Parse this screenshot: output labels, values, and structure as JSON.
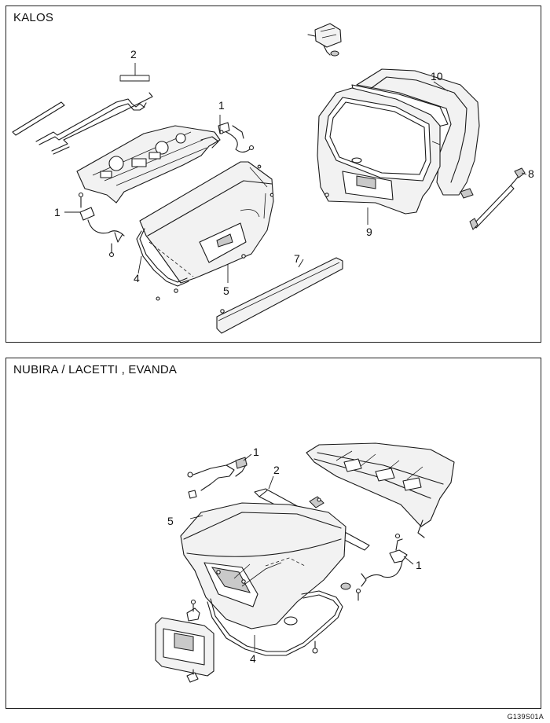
{
  "panels": {
    "top": {
      "title": "KALOS",
      "callouts": {
        "c1a": "1",
        "c1b": "1",
        "c2": "2",
        "c4": "4",
        "c5": "5",
        "c7": "7",
        "c8": "8",
        "c9": "9",
        "c10": "10"
      }
    },
    "bottom": {
      "title": "NUBIRA / LACETTI , EVANDA",
      "callouts": {
        "c1a": "1",
        "c1b": "1",
        "c2": "2",
        "c4": "4",
        "c5": "5"
      }
    }
  },
  "figure_code": "G139S01A"
}
